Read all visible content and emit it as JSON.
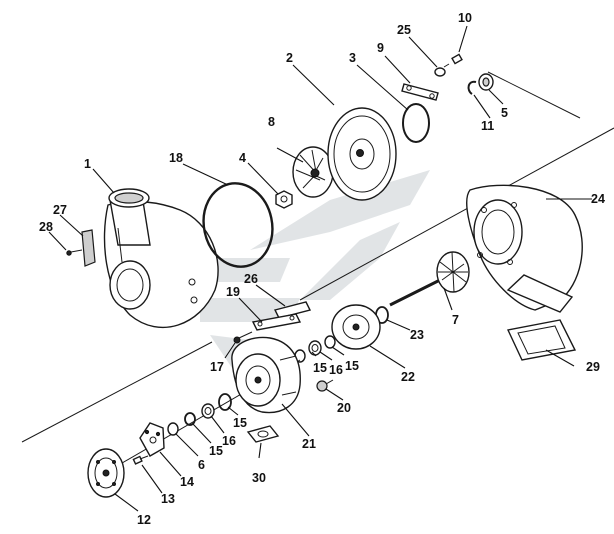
{
  "callouts": [
    {
      "id": "c1",
      "text": "1"
    },
    {
      "id": "c2",
      "text": "2"
    },
    {
      "id": "c3",
      "text": "3"
    },
    {
      "id": "c4",
      "text": "4"
    },
    {
      "id": "c5",
      "text": "5"
    },
    {
      "id": "c6",
      "text": "6"
    },
    {
      "id": "c7",
      "text": "7"
    },
    {
      "id": "c8",
      "text": "8"
    },
    {
      "id": "c9",
      "text": "9"
    },
    {
      "id": "c10",
      "text": "10"
    },
    {
      "id": "c11",
      "text": "11"
    },
    {
      "id": "c12",
      "text": "12"
    },
    {
      "id": "c13",
      "text": "13"
    },
    {
      "id": "c14",
      "text": "14"
    },
    {
      "id": "c15a",
      "text": "15"
    },
    {
      "id": "c15b",
      "text": "15"
    },
    {
      "id": "c15c",
      "text": "15"
    },
    {
      "id": "c15d",
      "text": "15"
    },
    {
      "id": "c16a",
      "text": "16"
    },
    {
      "id": "c16b",
      "text": "16"
    },
    {
      "id": "c17",
      "text": "17"
    },
    {
      "id": "c18",
      "text": "18"
    },
    {
      "id": "c19",
      "text": "19"
    },
    {
      "id": "c20",
      "text": "20"
    },
    {
      "id": "c21",
      "text": "21"
    },
    {
      "id": "c22",
      "text": "22"
    },
    {
      "id": "c23",
      "text": "23"
    },
    {
      "id": "c24",
      "text": "24"
    },
    {
      "id": "c25",
      "text": "25"
    },
    {
      "id": "c26",
      "text": "26"
    },
    {
      "id": "c27",
      "text": "27"
    },
    {
      "id": "c28",
      "text": "28"
    },
    {
      "id": "c29",
      "text": "29"
    },
    {
      "id": "c30",
      "text": "30"
    }
  ],
  "colors": {
    "line": "#1a1a1a",
    "watermark": "#c9ced2",
    "background": "#ffffff"
  },
  "icons": [
    "watermark-logo"
  ]
}
